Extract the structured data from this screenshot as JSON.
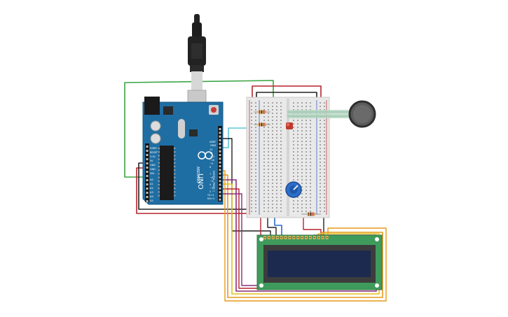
{
  "arduino": {
    "brand": "ARDUINO",
    "model": "UNO",
    "aref_label": "AREF",
    "gnd_label": "GND",
    "digital_label": "DIGITAL (PWM~)",
    "ioref_label": "IOREF",
    "reset_label": "RESET",
    "v33_label": "3.3V",
    "v5_label": "5V",
    "gnd1_label": "GND",
    "gnd2_label": "GND",
    "vin_label": "VIN",
    "analog_labels": [
      "A0",
      "A1",
      "A2",
      "A3",
      "A4",
      "A5"
    ],
    "digital_pins": [
      "13",
      "12",
      "~11",
      "~10",
      "~9",
      "8",
      "7",
      "~6",
      "~5",
      "4",
      "~3",
      "2",
      "TX→1",
      "RX←0"
    ]
  },
  "colors": {
    "board": "#1f6ea3",
    "breadboard": "#e9e9e9",
    "lcd_pcb": "#3f9b5c",
    "lcd_screen": "#1c2a4f",
    "wire_red": "#b5232e",
    "wire_black": "#222222",
    "wire_green": "#3aa544",
    "wire_cyan": "#5fc7d9",
    "wire_orange": "#e69a1b",
    "wire_purple": "#8c2c7a",
    "wire_yellow": "#e3c21d",
    "wire_blue": "#2a6cc8"
  }
}
